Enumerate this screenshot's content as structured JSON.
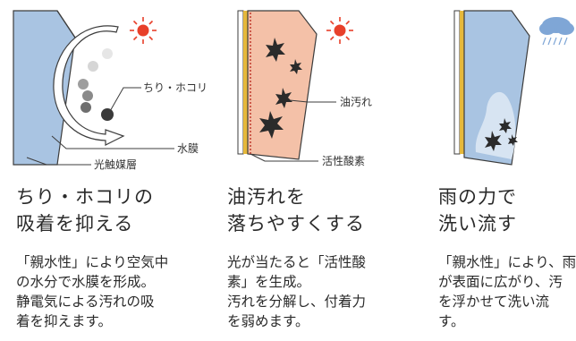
{
  "panels": [
    {
      "labels": {
        "dust": "ちり・ホコリ",
        "water_film": "水膜",
        "photocatalyst": "光触媒層"
      },
      "title": [
        "ちり・ホコリの",
        "吸着を抑える"
      ],
      "description": [
        "「親水性」により空気中",
        "の水分で水膜を形成。",
        "静電気による汚れの吸",
        "着を抑えます。"
      ]
    },
    {
      "labels": {
        "oil_stain": "油汚れ",
        "active_oxygen": "活性酸素"
      },
      "title": [
        "油汚れを",
        "落ちやすくする"
      ],
      "description": [
        "光が当たると「活性酸",
        "素」を生成。",
        "汚れを分解し、付着力",
        "を弱めます。"
      ]
    },
    {
      "title": [
        "雨の力で",
        "洗い流す"
      ],
      "description": [
        "「親水性」により、雨",
        "が表面に広がり、汚",
        "を浮かせて洗い流",
        "す。"
      ]
    }
  ],
  "icons": [
    "sun-icon",
    "sun-icon",
    "rain-cloud-icon"
  ],
  "colors": {
    "wall_blue": "#a9c4e2",
    "film_blue": "#7fa6d6",
    "stain_pink": "#f4c1a8",
    "sun_red": "#e8402a",
    "star_dark": "#2b2b2b",
    "yellow_layer": "#e6b83a"
  }
}
